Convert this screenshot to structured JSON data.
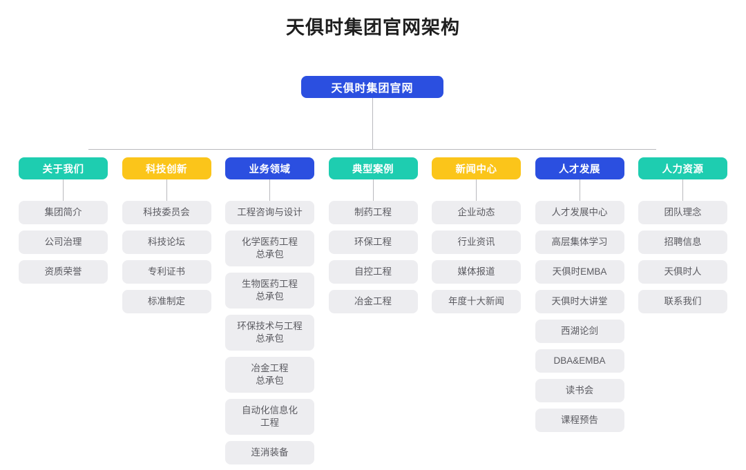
{
  "page": {
    "title": "天俱时集团官网架构",
    "background_color": "#ffffff"
  },
  "colors": {
    "teal": "#1ecdb0",
    "yellow": "#fbc51a",
    "blue": "#2b4fe0",
    "child_bg": "#ededf0",
    "child_text": "#5a5a60",
    "connector": "#b9b9bd"
  },
  "root": {
    "label": "天俱时集团官网",
    "color": "#2b4fe0"
  },
  "columns": [
    {
      "header": "关于我们",
      "style": "teal",
      "children": [
        "集团简介",
        "公司治理",
        "资质荣誉"
      ]
    },
    {
      "header": "科技创新",
      "style": "yellow",
      "children": [
        "科技委员会",
        "科技论坛",
        "专利证书",
        "标准制定"
      ]
    },
    {
      "header": "业务领域",
      "style": "blue",
      "children": [
        "工程咨询与设计",
        "化学医药工程\n总承包",
        "生物医药工程\n总承包",
        "环保技术与工程\n总承包",
        "冶金工程\n总承包",
        "自动化信息化\n工程",
        "连消装备"
      ]
    },
    {
      "header": "典型案例",
      "style": "teal",
      "children": [
        "制药工程",
        "环保工程",
        "自控工程",
        "冶金工程"
      ]
    },
    {
      "header": "新闻中心",
      "style": "yellow",
      "children": [
        "企业动态",
        "行业资讯",
        "媒体报道",
        "年度十大新闻"
      ]
    },
    {
      "header": "人才发展",
      "style": "blue",
      "children": [
        "人才发展中心",
        "高层集体学习",
        "天俱时EMBA",
        "天俱时大讲堂",
        "西湖论剑",
        "DBA&EMBA",
        "读书会",
        "课程预告"
      ]
    },
    {
      "header": "人力资源",
      "style": "teal",
      "children": [
        "团队理念",
        "招聘信息",
        "天俱时人",
        "联系我们"
      ]
    }
  ]
}
